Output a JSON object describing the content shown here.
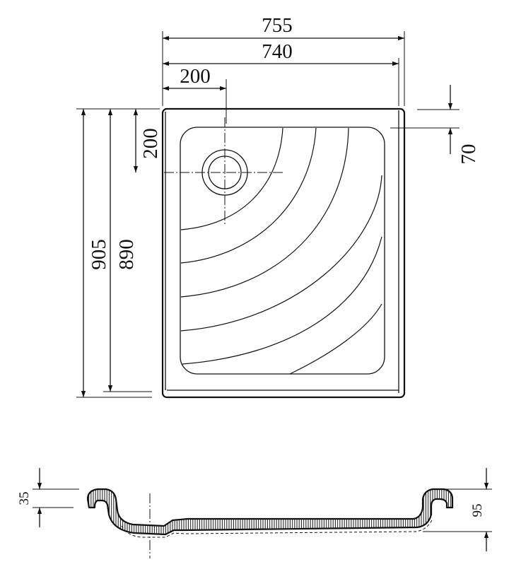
{
  "top_view": {
    "dim_overall_width": "755",
    "dim_inner_width": "740",
    "dim_drain_x": "200",
    "dim_drain_y": "200",
    "dim_overall_length": "905",
    "dim_inner_length": "890",
    "dim_offset": "70"
  },
  "section_view": {
    "dim_rim_height": "35",
    "dim_total_height": "95"
  }
}
